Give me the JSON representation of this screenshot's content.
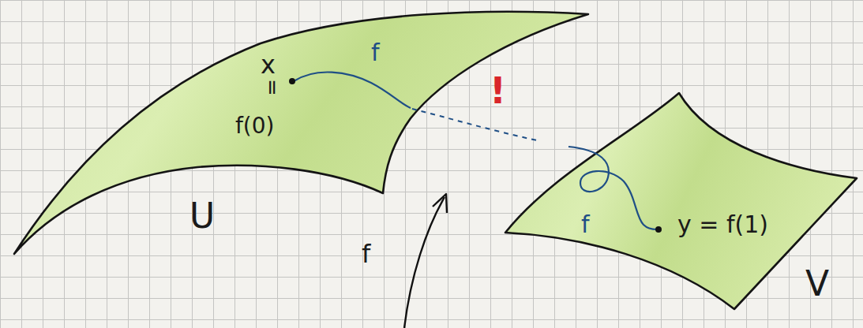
{
  "diagram": {
    "nodes": [
      {
        "text": [
          "U"
        ]
      },
      {
        "text": [
          "V"
        ]
      }
    ],
    "labels": [
      "x",
      "=",
      "f(0)",
      "f",
      "!",
      "f",
      "f",
      "y = f(1)"
    ]
  }
}
